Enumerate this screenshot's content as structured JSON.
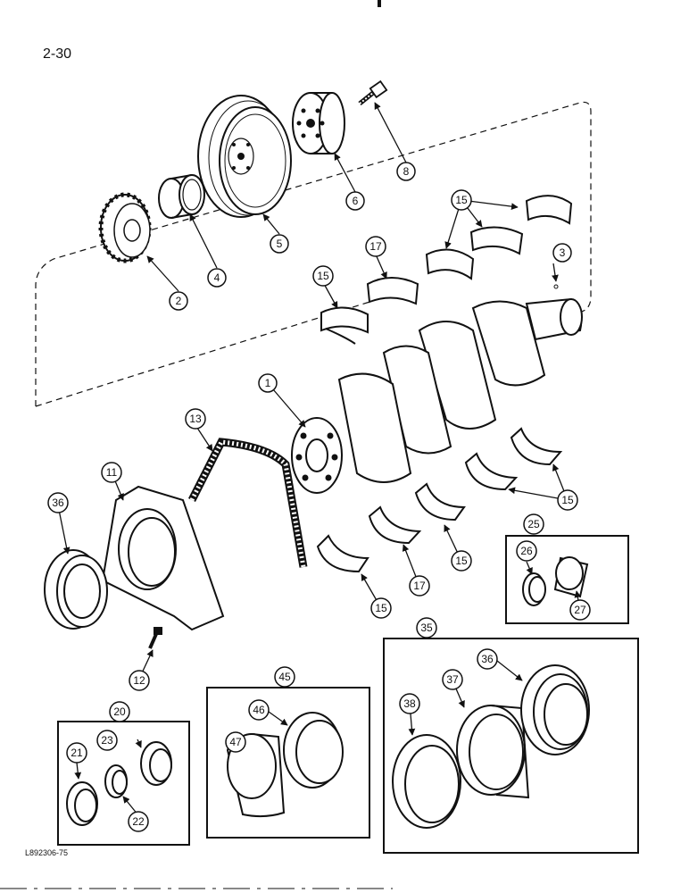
{
  "page": {
    "number": "2-30",
    "figure_code": "L892306-75"
  },
  "callouts": [
    "1",
    "2",
    "3",
    "4",
    "5",
    "6",
    "8",
    "11",
    "12",
    "13",
    "15",
    "15",
    "15",
    "15",
    "15",
    "15",
    "17",
    "17",
    "20",
    "21",
    "22",
    "23",
    "25",
    "26",
    "27",
    "35",
    "36",
    "36",
    "37",
    "38",
    "45",
    "46",
    "47"
  ]
}
